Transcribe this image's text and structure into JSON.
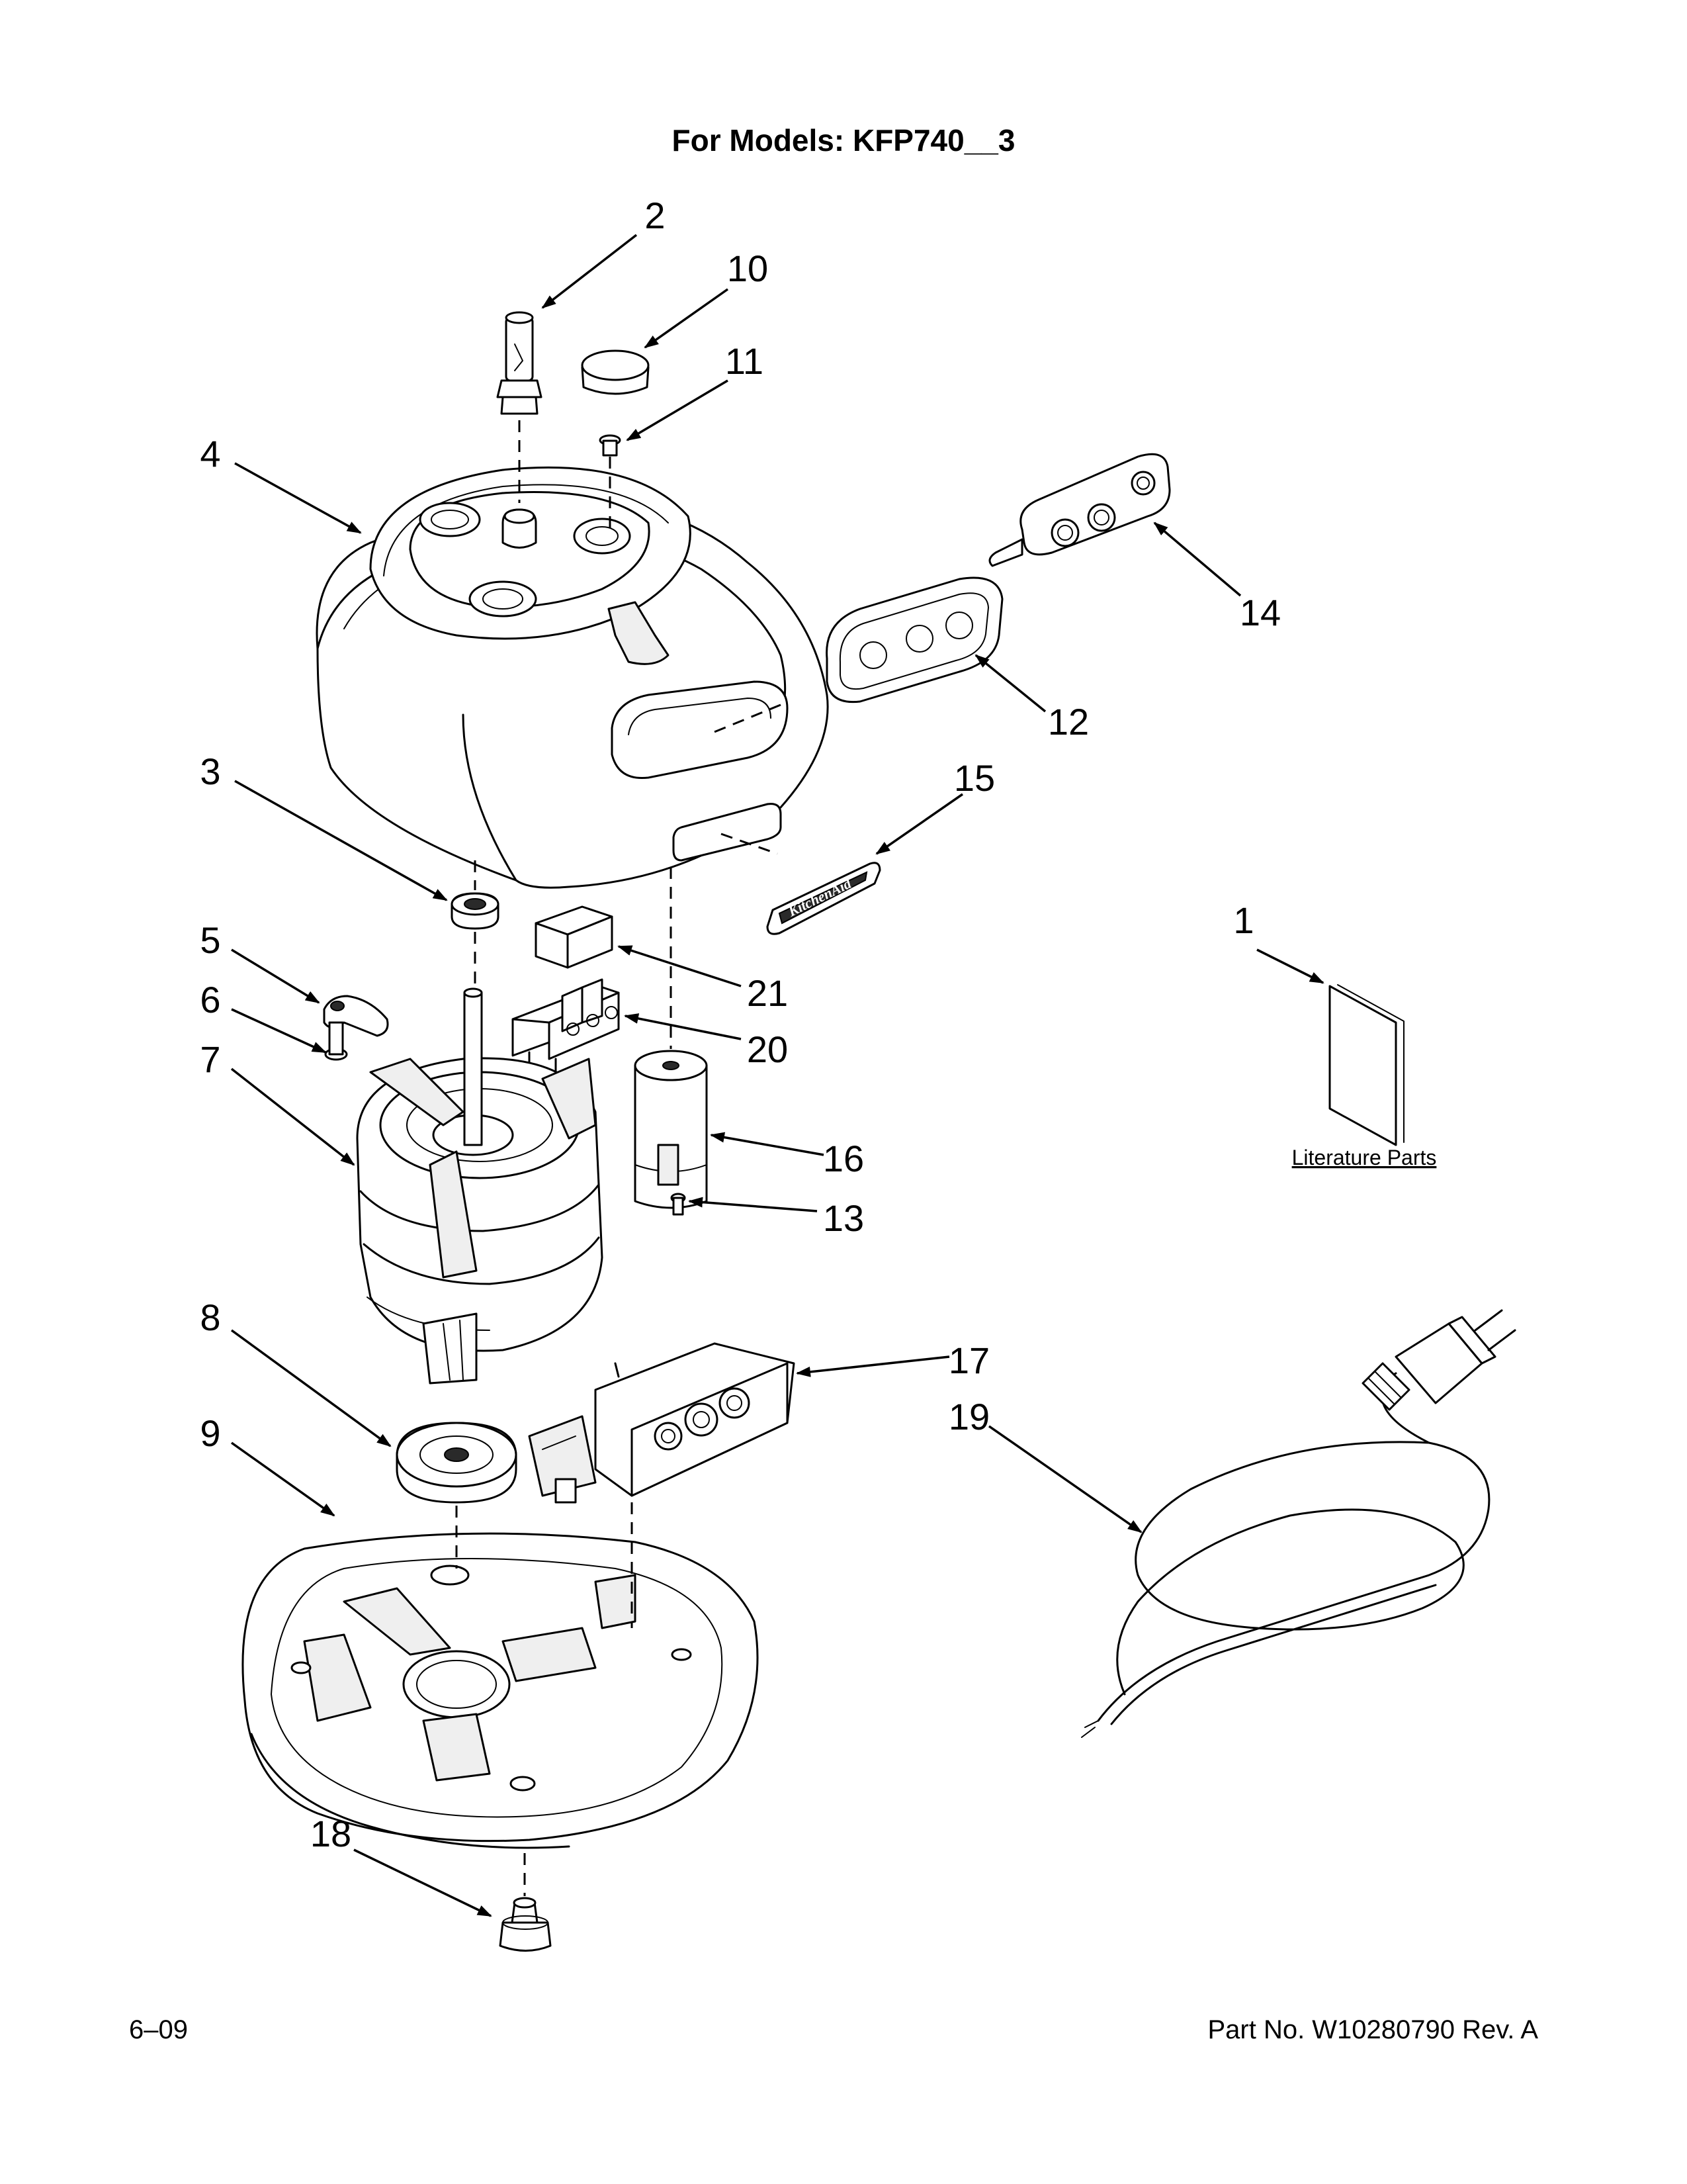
{
  "header": {
    "title": "For Models: KFP740__3"
  },
  "footer": {
    "date": "6–09",
    "part_number": "Part No. W10280790 Rev. A"
  },
  "literature": {
    "label": "Literature Parts"
  },
  "brand_mark": "KitchenAid",
  "callouts": {
    "c1": "1",
    "c2": "2",
    "c3": "3",
    "c4": "4",
    "c5": "5",
    "c6": "6",
    "c7": "7",
    "c8": "8",
    "c9": "9",
    "c10": "10",
    "c11": "11",
    "c12": "12",
    "c13": "13",
    "c14": "14",
    "c15": "15",
    "c16": "16",
    "c17": "17",
    "c18": "18",
    "c19": "19",
    "c20": "20",
    "c21": "21"
  }
}
